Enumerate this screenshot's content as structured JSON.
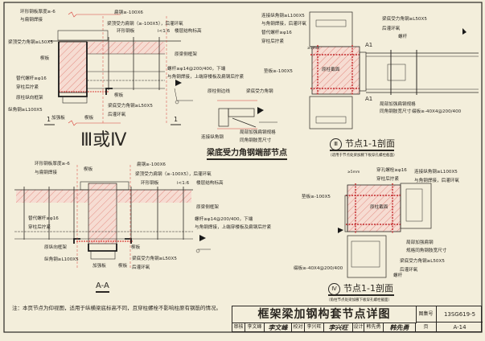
{
  "plan_top_left": {
    "ring_plate": "环形钢板厚度≥-6",
    "ring_plate_2": "与扁钢焊接",
    "flat_steel": "扁钢≥-100X6",
    "top_flat": "梁顶受力扁钢（≥-100X5），后灌环氧",
    "ring_steel": "环形钢板",
    "slope": "i<1:6",
    "floor_level": "楼层结构标高",
    "top_angle": "梁顶受力角钢≥L50X5",
    "wedge_1": "楔板",
    "beam_side": "原梁侧框架",
    "bolt": "螺杆≥φ14@200/400，下端",
    "bolt_2": "与角钢焊接，上端穿楼板及扁钢后拧紧",
    "sub_bolt": "替代螺杆≥φ16",
    "sub_bolt_2": "穿柱后拧紧",
    "col_frame": "原柱纵向框架",
    "long_angle": "纵角钢≥L100X5",
    "stiff_plate": "加强板",
    "wedge_2": "楔板",
    "wedge_3": "楔板",
    "bottom_angle": "梁底受力角钢≥L50X5",
    "bottom_angle_2": "后灌环氧",
    "cut_left": "1",
    "cut_right": "1",
    "view_title": "Ⅲ或Ⅳ"
  },
  "detail_end": {
    "col_edge": "原柱侧边线",
    "bottom_angle": "梁底受力角钢",
    "connect_angle": "连接纵角钢",
    "reinforce": "局部加强扁钢规格",
    "reinforce_2": "同角钢肢宽尺寸",
    "title": "梁底受力角钢端部节点"
  },
  "section_III": {
    "connect_angle": "连接纵角钢≥L100X5",
    "connect_angle_2": "与角钢焊接，后灌环氧",
    "sub_bolt": "替代螺杆≥φ16",
    "sub_bolt_2": "穿柱后拧紧",
    "bottom_angle": "梁底受力角钢≥L50X5",
    "bottom_angle_2": "后灌环氧",
    "bolt": "螺杆",
    "pad": "垫板≥-100X5",
    "col_section": "原柱截面",
    "a1_top": "A1",
    "a1_bottom": "A1",
    "reinforce": "局部加强扁钢规格",
    "reinforce_2": "同角钢肢宽尺寸",
    "batten": "缀板≥-40X4@200/400",
    "dim": "≥5mm",
    "numeral": "Ⅲ",
    "title": "节点1-1剖面",
    "subtitle": "（适用于节点处梁加腋下板穿孔螺栓截面）"
  },
  "elevation_AA": {
    "ring_plate": "环形钢板厚度≥-6",
    "ring_plate_2": "与扁钢焊接",
    "wedge_1": "楔板",
    "flat_steel": "扁钢≥-100X6",
    "top_flat": "梁顶受力扁钢（≥-100X5），后灌环氧",
    "ring_steel": "环形钢板",
    "slope": "i<1:6",
    "floor_level": "楼层结构标高",
    "beam_side": "原梁侧框架",
    "bolt": "螺杆≥φ14@200/400，下端",
    "bolt_2": "与角钢焊接，上端穿楼板及扁钢后拧紧",
    "sub_bolt": "替代螺杆≥φ16",
    "sub_bolt_2": "穿柱后拧紧",
    "long_frame": "原纵向框架",
    "long_angle": "纵角钢≥L100X5",
    "wedge_2": "楔板",
    "stiff_plate": "加强板",
    "wedge_3": "楔板",
    "bottom_angle": "梁底受力角钢≥L50X5",
    "bottom_angle_2": "后灌环氧",
    "title": "A-A"
  },
  "section_IV": {
    "dim": "≥5mm",
    "through_bolt": "穿孔螺栓≥φ16",
    "through_bolt_2": "穿柱后拧紧",
    "connect_angle": "连接纵角钢≥L100X5",
    "connect_angle_2": "与角钢焊接，后灌环氧",
    "pad": "垫板≥-100X5",
    "col_section": "原柱截面",
    "reinforce": "局部加强扁钢",
    "reinforce_2": "规格同角钢肢宽尺寸",
    "bottom_angle": "梁底受力角钢≥L50X5",
    "bottom_angle_2": "后灌环氧",
    "batten": "缀板≥-40X4@200/400",
    "bolt": "螺杆",
    "numeral": "Ⅳ",
    "title": "节点1-1剖面",
    "subtitle": "（角柱节点处梁加腋下板穿孔螺栓截面）"
  },
  "note": "注：本页节点为仰视图，适用于纵横梁底标高不同，且穿柱螺栓不影响柱原有钢筋的情况。",
  "title_block": {
    "title": "框架梁加钢构套节点详图",
    "atlas_label": "图集号",
    "atlas_no": "13SG619-5",
    "review_label": "审核",
    "reviewer": "李文峰",
    "reviewer_sig": "李文峰",
    "check_label": "校对",
    "checker": "李兴旺",
    "checker_sig": "李兴旺",
    "design_label": "设计",
    "designer": "韩先勇",
    "designer_sig": "韩先勇",
    "page_label": "页",
    "page_no": "A-14"
  },
  "colors": {
    "paper": "#f3eedb",
    "ink": "#2b2824",
    "red": "#d9403a",
    "hatch": "#e58a80"
  }
}
